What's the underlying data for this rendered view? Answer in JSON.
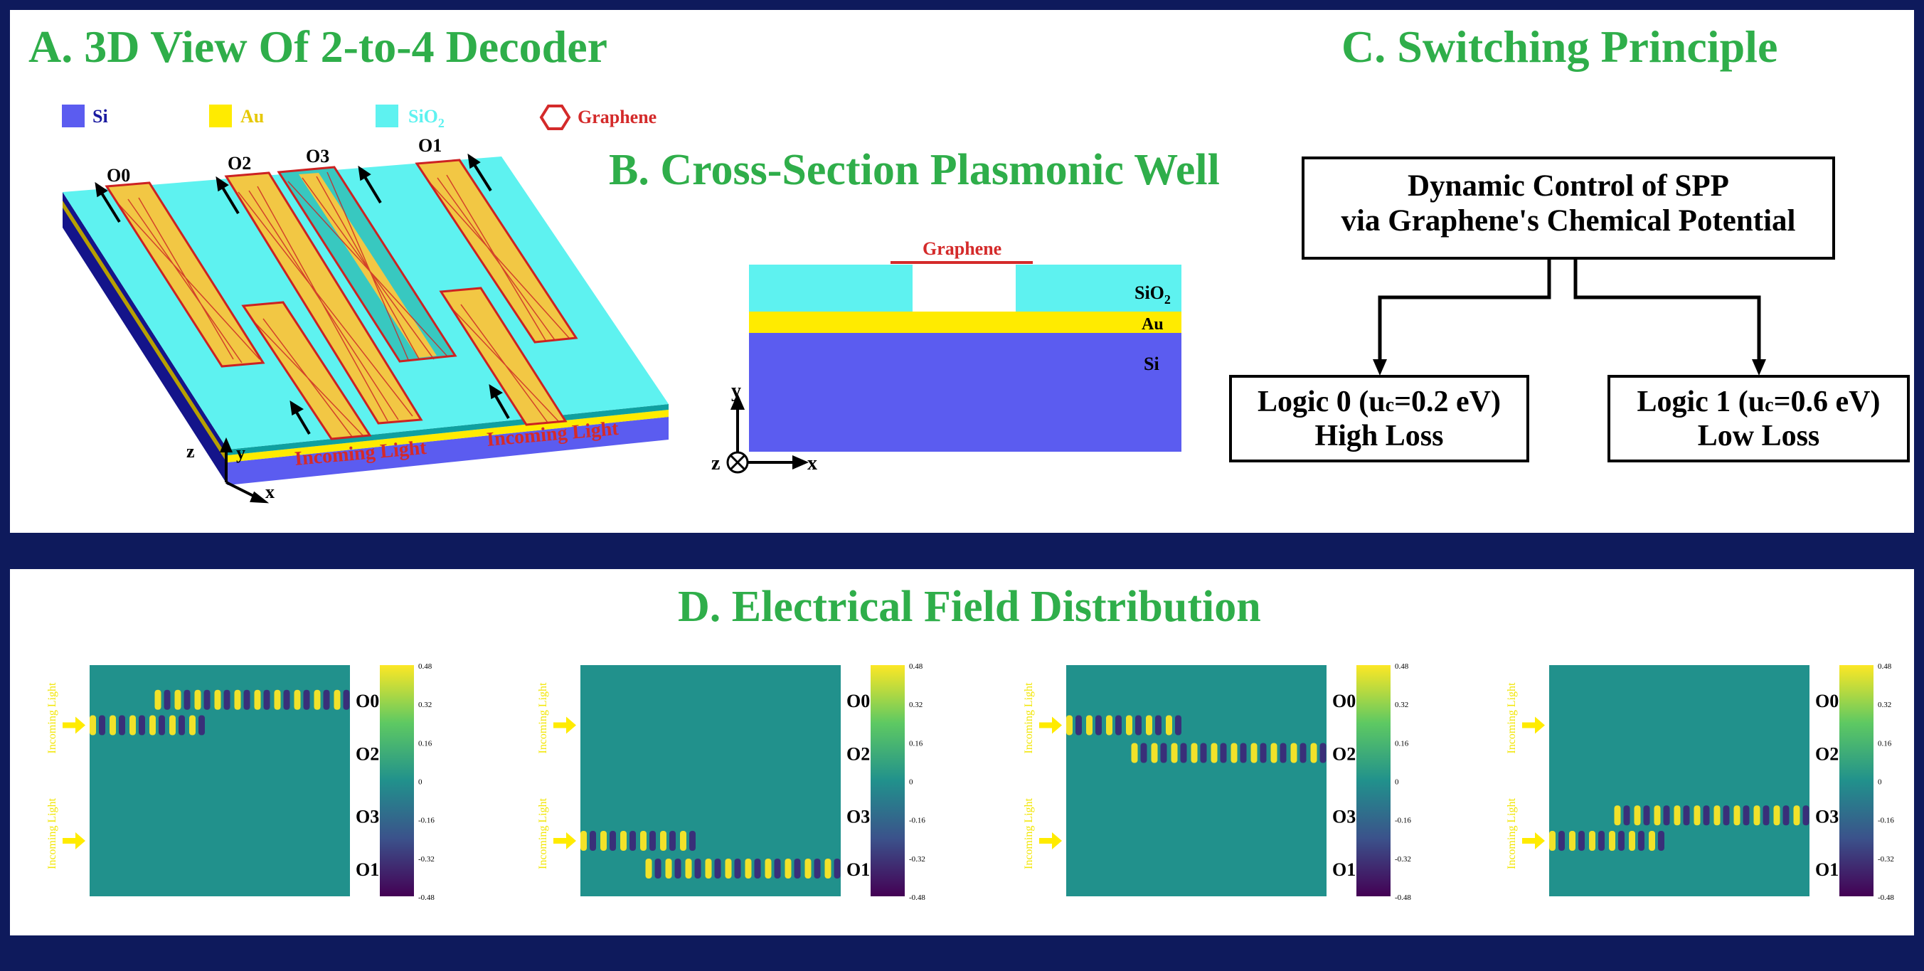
{
  "titles": {
    "a": "A. 3D View Of 2-to-4 Decoder",
    "b": "B. Cross-Section Plasmonic Well",
    "c": "C. Switching Principle",
    "d": "D. Electrical Field Distribution"
  },
  "legend": {
    "si": "Si",
    "au": "Au",
    "sio2": "SiO",
    "sio2_sub": "2",
    "graphene": "Graphene"
  },
  "view3d": {
    "outputs": [
      "O0",
      "O2",
      "O3",
      "O1"
    ],
    "incoming": "Incoming Light",
    "axes": {
      "x": "x",
      "y": "y",
      "z": "z"
    }
  },
  "crosssection": {
    "graphene": "Graphene",
    "sio2": "SiO",
    "sio2_sub": "2",
    "au": "Au",
    "si": "Si",
    "axes": {
      "x": "x",
      "y": "y",
      "z": "z"
    }
  },
  "switching": {
    "main_line1": "Dynamic Control of SPP",
    "main_line2": "via Graphene's Chemical Potential",
    "logic0_line1_a": "Logic 0 (u",
    "logic0_line1_sub": "c",
    "logic0_line1_b": "=0.2 eV)",
    "logic0_line2": "High Loss",
    "logic1_line1_a": "Logic 1  (u",
    "logic1_line1_sub": "c",
    "logic1_line1_b": "=0.6 eV)",
    "logic1_line2": "Low Loss"
  },
  "field": {
    "incoming": "Incoming Light",
    "outputs": [
      "O0",
      "O2",
      "O3",
      "O1"
    ],
    "colorbar_ticks": [
      "0.48",
      "0.32",
      "0.16",
      "0",
      "-0.16",
      "-0.32",
      "-0.48"
    ],
    "colormap": [
      "#fde725",
      "#5ec962",
      "#21918c",
      "#3b528b",
      "#440154"
    ],
    "background": "#21918c"
  },
  "colors": {
    "si": "#5b5cf0",
    "au": "#ffeb00",
    "sio2": "#5ef2f0",
    "graphene": "#d42a2a",
    "title": "#2fae4a",
    "frame": "#0e1a5c"
  }
}
